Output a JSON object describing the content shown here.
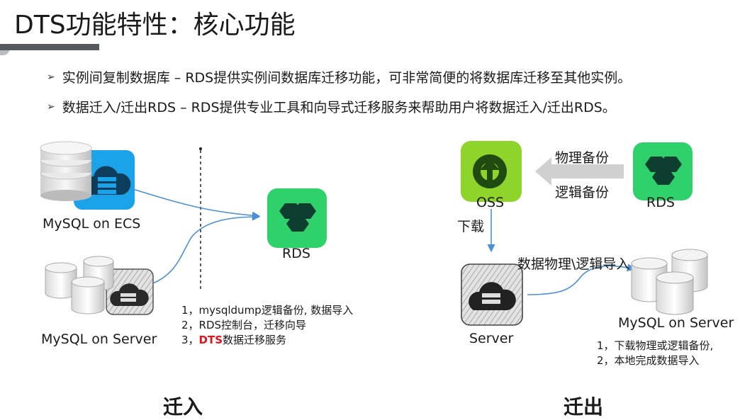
{
  "title": "DTS功能特性：核心功能",
  "bullets": [
    "实例间复制数据库 – RDS提供实例间数据库迁移功能，可非常简便的将数据库迁移至其他实例。",
    "数据迁入/迁出RDS – RDS提供专业工具和向导式迁移服务来帮助用户将数据迁入/迁出RDS。"
  ],
  "migrate_in": {
    "ecs_label": "MySQL on ECS",
    "server_label": "MySQL on Server",
    "rds_label": "RDS",
    "steps": [
      "1，mysqldump逻辑备份, 数据导入",
      "2，RDS控制台，迁移向导"
    ],
    "step3_prefix": "3，",
    "step3_highlight": "DTS",
    "step3_suffix": "数据迁移服务",
    "caption": "迁入"
  },
  "migrate_out": {
    "oss_label": "OSS",
    "rds_label": "RDS",
    "arrow_top_label": "物理备份",
    "arrow_bottom_label": "逻辑备份",
    "download_label": "下载",
    "server_label": "Server",
    "import_label": "数据物理\\逻辑导入",
    "mysql_label": "MySQL on Server",
    "steps": [
      "1，下载物理或逻辑备份,",
      "2，本地完成数据导入"
    ],
    "caption": "迁出"
  },
  "colors": {
    "rds_green": "#2fd16a",
    "oss_green": "#8fd42a",
    "ecs_blue": "#1aa3e8",
    "connector_blue": "#4b8fd6",
    "arrow_gray": "#d0d0d0"
  }
}
